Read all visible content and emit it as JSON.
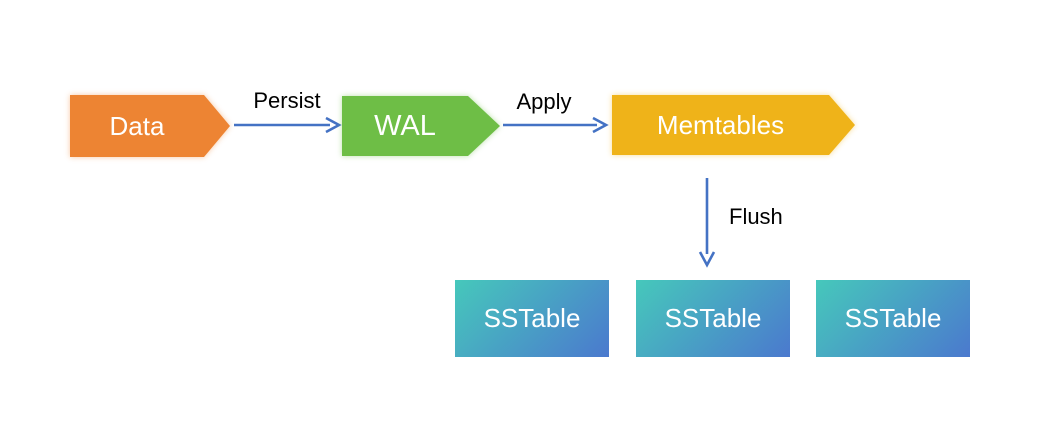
{
  "diagram": {
    "nodes": {
      "data": {
        "label": "Data",
        "shape": "pentagon-arrow",
        "fill": "#ED8433"
      },
      "wal": {
        "label": "WAL",
        "shape": "pentagon-arrow",
        "fill": "#6EBE46"
      },
      "memtables": {
        "label": "Memtables",
        "shape": "pentagon-arrow",
        "fill": "#EFB319"
      },
      "sstables": [
        {
          "label": "SSTable"
        },
        {
          "label": "SSTable"
        },
        {
          "label": "SSTable"
        }
      ]
    },
    "edges": {
      "persist": {
        "label": "Persist",
        "from": "data",
        "to": "wal",
        "direction": "right"
      },
      "apply": {
        "label": "Apply",
        "from": "wal",
        "to": "memtables",
        "direction": "right"
      },
      "flush": {
        "label": "Flush",
        "from": "memtables",
        "to": "sstables",
        "direction": "down"
      }
    },
    "colors": {
      "arrow": "#4472C4",
      "sstable_gradient_start": "#46C8BB",
      "sstable_gradient_end": "#4B79CE",
      "node_text": "#FFFFFF",
      "edge_label_text": "#000000",
      "background": "#FFFFFF"
    }
  }
}
